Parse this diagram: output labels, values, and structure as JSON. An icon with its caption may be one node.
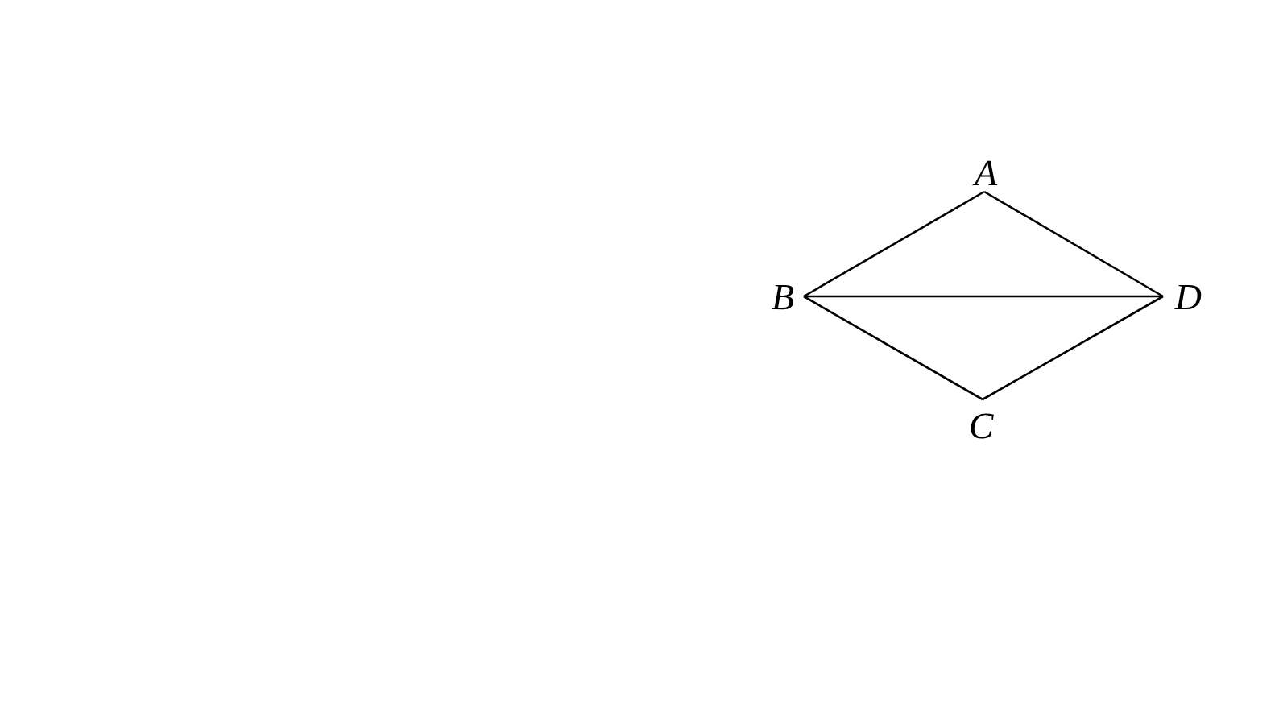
{
  "diagram": {
    "nodes": [
      {
        "text": [
          "A"
        ]
      },
      {
        "text": [
          "B"
        ]
      },
      {
        "text": [
          "C"
        ]
      },
      {
        "text": [
          "D"
        ]
      }
    ],
    "edges": [
      {
        "from": 0,
        "to": 1,
        "arrow": "none"
      },
      {
        "from": 0,
        "to": 3,
        "arrow": "none"
      },
      {
        "from": 1,
        "to": 3,
        "arrow": "none"
      },
      {
        "from": 1,
        "to": 2,
        "arrow": "none"
      },
      {
        "from": 2,
        "to": 3,
        "arrow": "none"
      }
    ]
  }
}
